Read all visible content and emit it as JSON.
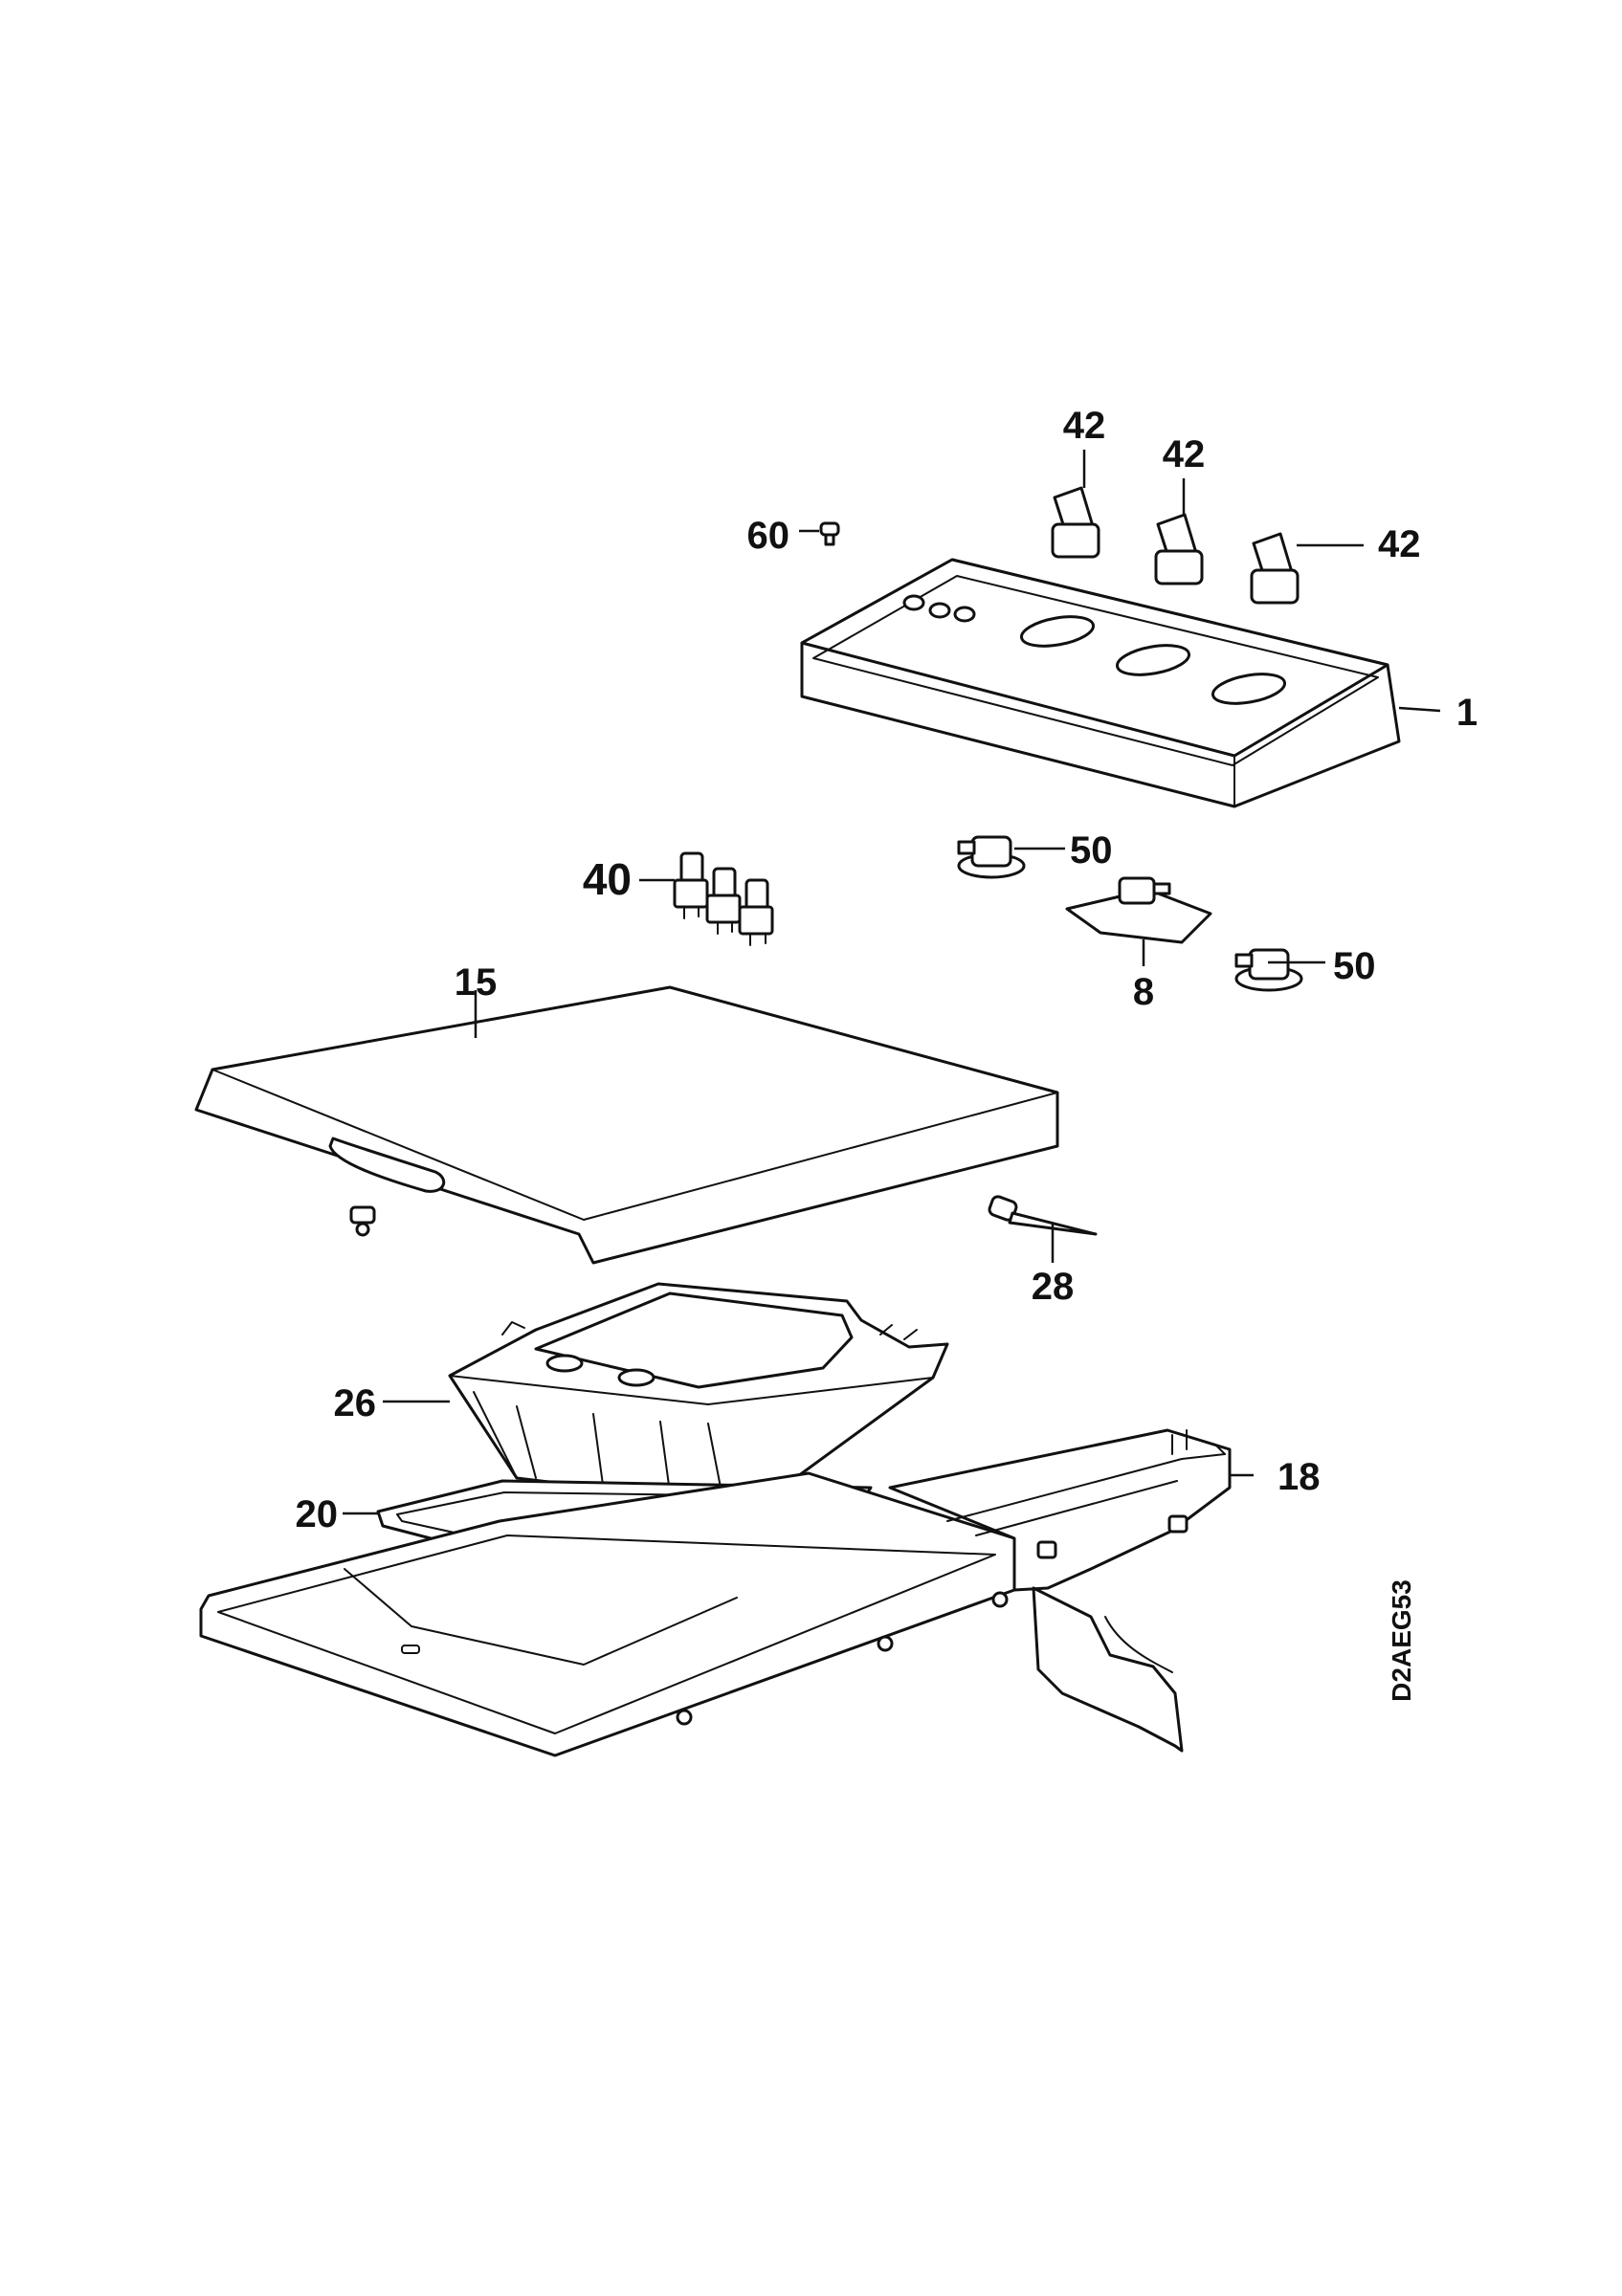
{
  "diagram_code": "D2AEG53",
  "callouts": {
    "p42a": "42",
    "p42b": "42",
    "p42c": "42",
    "p60": "60",
    "p1": "1",
    "p50a": "50",
    "p50b": "50",
    "p40": "40",
    "p8": "8",
    "p15": "15",
    "p28": "28",
    "p26": "26",
    "p18": "18",
    "p20": "20"
  }
}
